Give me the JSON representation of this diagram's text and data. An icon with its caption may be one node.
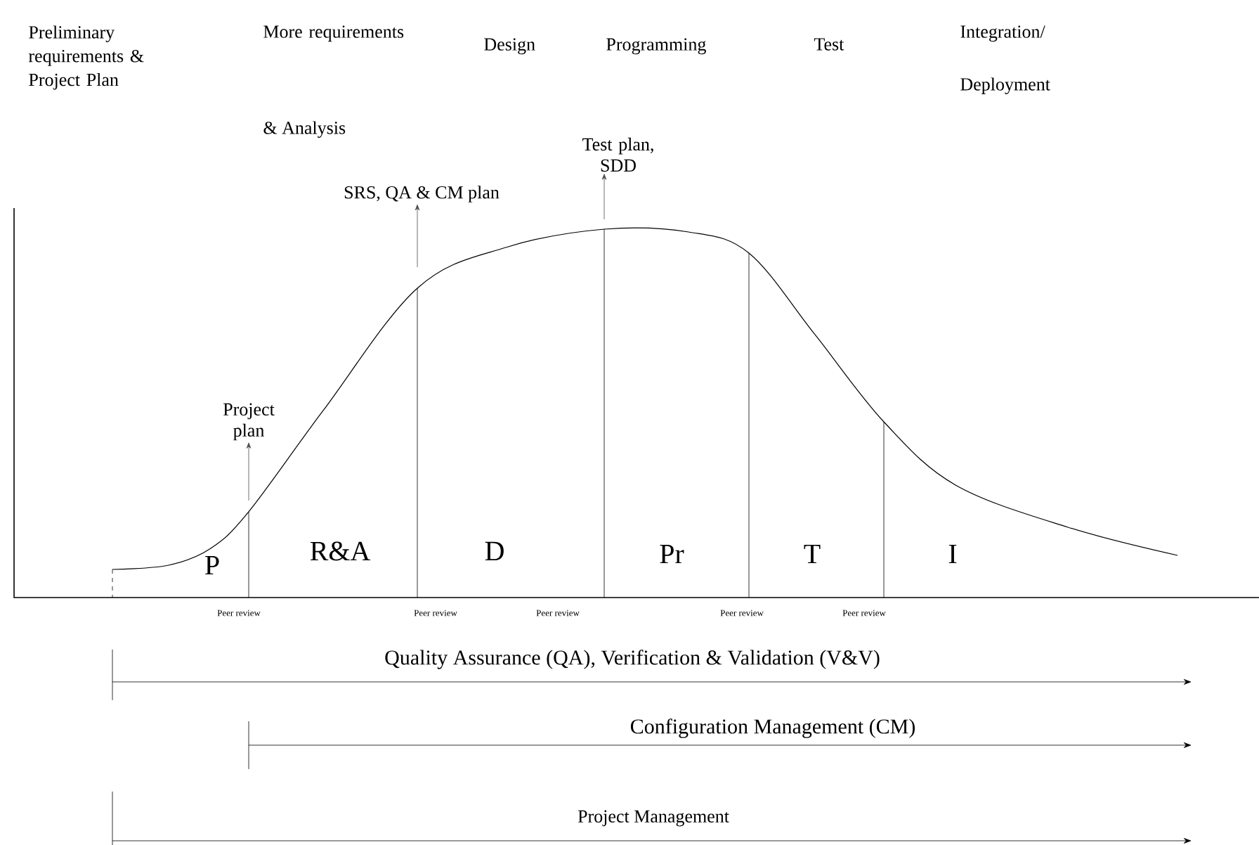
{
  "diagram": {
    "nodes": [
      {
        "text": [
          "Project plan"
        ]
      },
      {
        "text": [
          "SRS, QA & CM plan"
        ]
      },
      {
        "text": [
          "Test plan, SDD"
        ]
      }
    ],
    "edges": [
      {
        "from": null,
        "to": 0,
        "arrow": "to"
      },
      {
        "from": null,
        "to": 1,
        "arrow": "to"
      },
      {
        "from": null,
        "to": 2,
        "arrow": "to"
      }
    ],
    "labels": [
      "Preliminary requirements & Project Plan",
      "More requirements",
      "Design",
      "Programming",
      "Test",
      "Integration/",
      "& Analysis",
      "Deployment",
      "P",
      "R&A",
      "D",
      "Pr",
      "T",
      "I",
      "Peer review",
      "Peer review",
      "Peer review",
      "Peer review",
      "Peer review",
      "Quality Assurance (QA), Verification & Validation (V&V)",
      "Configuration Management (CM)",
      "Project Management"
    ]
  }
}
